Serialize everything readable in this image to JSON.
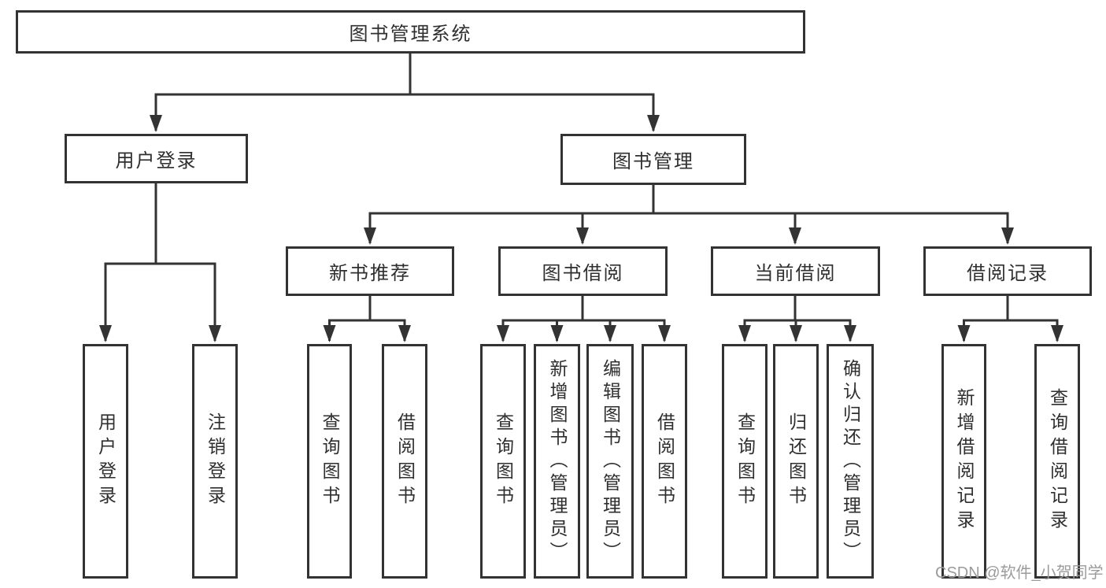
{
  "tree": {
    "label": "图书管理系统",
    "children": [
      {
        "label": "用户登录",
        "children": [
          {
            "label": "用户登录"
          },
          {
            "label": "注销登录"
          }
        ]
      },
      {
        "label": "图书管理",
        "children": [
          {
            "label": "新书推荐",
            "children": [
              {
                "label": "查询图书"
              },
              {
                "label": "借阅图书"
              }
            ]
          },
          {
            "label": "图书借阅",
            "children": [
              {
                "label": "查询图书"
              },
              {
                "label": "新增图书（管理员）"
              },
              {
                "label": "编辑图书（管理员）"
              },
              {
                "label": "借阅图书"
              }
            ]
          },
          {
            "label": "当前借阅",
            "children": [
              {
                "label": "查询图书"
              },
              {
                "label": "归还图书"
              },
              {
                "label": "确认归还（管理员）"
              }
            ]
          },
          {
            "label": "借阅记录",
            "children": [
              {
                "label": "新增借阅记录"
              },
              {
                "label": "查询借阅记录"
              }
            ]
          }
        ]
      }
    ]
  },
  "watermark": {
    "text": "CSDN @软件_小贺同学"
  },
  "colors": {
    "line": "#333333",
    "box_border": "#333333",
    "text": "#2f2f2f",
    "background": "#ffffff",
    "watermark": "#9b9b9b"
  }
}
